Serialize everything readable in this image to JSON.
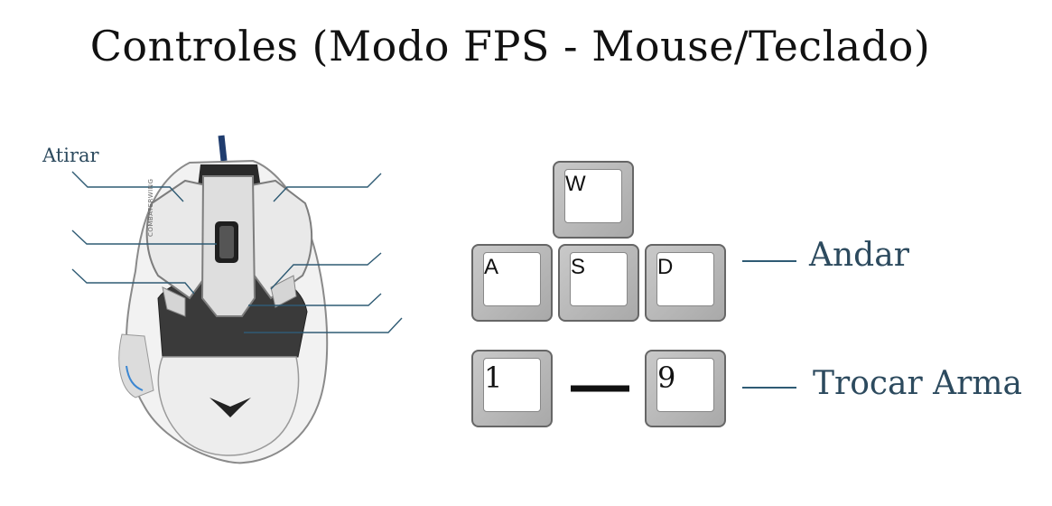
{
  "title": "Controles (Modo FPS - Mouse/Teclado)",
  "mouse": {
    "fire_label": "Atirar",
    "side_text": "COMBATERWING"
  },
  "keyboard": {
    "keys": {
      "w": "W",
      "a": "A",
      "s": "S",
      "d": "D",
      "one": "1",
      "nine": "9"
    },
    "move_label": "Andar",
    "switch_weapon_label": "Trocar Arma"
  },
  "colors": {
    "callout_line": "#2f5b74",
    "label_text": "#2c4a5e"
  }
}
